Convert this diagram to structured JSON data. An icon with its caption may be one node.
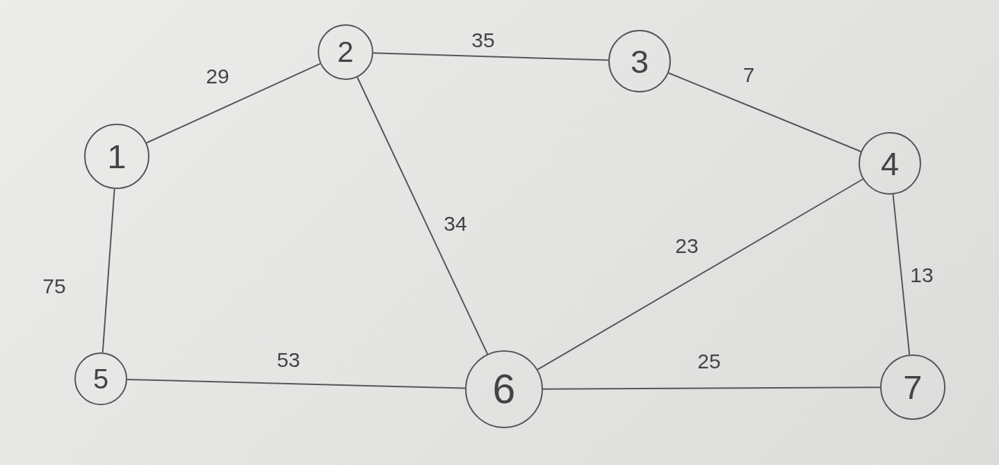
{
  "diagram": {
    "nodes": [
      {
        "text": [
          "1"
        ]
      },
      {
        "text": [
          "2"
        ]
      },
      {
        "text": [
          "3"
        ]
      },
      {
        "text": [
          "4"
        ]
      },
      {
        "text": [
          "5"
        ]
      },
      {
        "text": [
          "6"
        ]
      },
      {
        "text": [
          "7"
        ]
      }
    ],
    "edges": [
      {
        "from": 0,
        "to": 1,
        "arrow": "none",
        "label": "29"
      },
      {
        "from": 1,
        "to": 2,
        "arrow": "none",
        "label": "35"
      },
      {
        "from": 2,
        "to": 3,
        "arrow": "none",
        "label": "7"
      },
      {
        "from": 0,
        "to": 4,
        "arrow": "none",
        "label": "75"
      },
      {
        "from": 1,
        "to": 5,
        "arrow": "none",
        "label": "34"
      },
      {
        "from": 5,
        "to": 3,
        "arrow": "none",
        "label": "23"
      },
      {
        "from": 3,
        "to": 6,
        "arrow": "none",
        "label": "13"
      },
      {
        "from": 4,
        "to": 5,
        "arrow": "none",
        "label": "53"
      },
      {
        "from": 5,
        "to": 6,
        "arrow": "none",
        "label": "25"
      }
    ]
  }
}
